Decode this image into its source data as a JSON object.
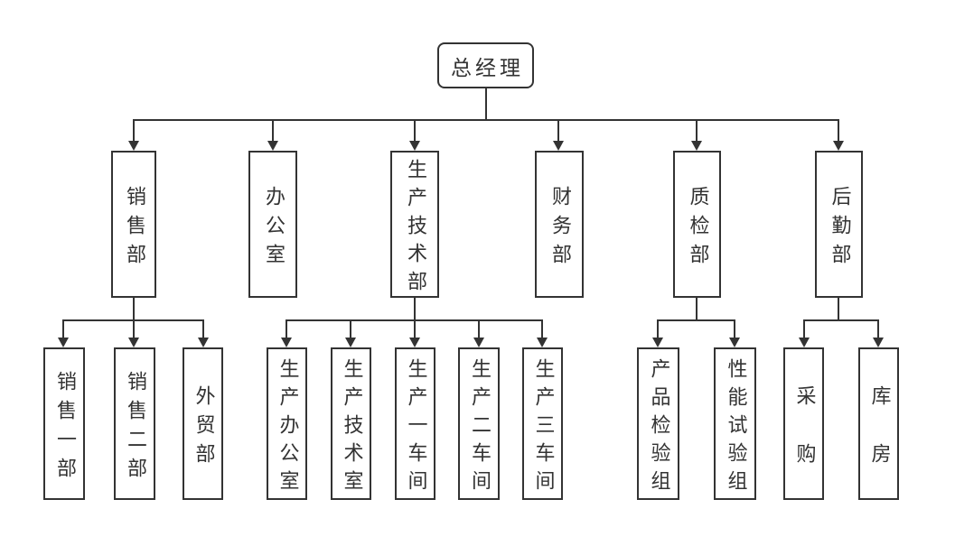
{
  "diagram": {
    "type": "org-chart",
    "root": {
      "label": "总经理"
    },
    "departments": [
      {
        "label": "销售部",
        "children": [
          "销售一部",
          "销售二部",
          "外贸部"
        ]
      },
      {
        "label": "办公室",
        "children": []
      },
      {
        "label": "生产技术部",
        "children": [
          "生产办公室",
          "生产技术室",
          "生产一车间",
          "生产二车间",
          "生产三车间"
        ]
      },
      {
        "label": "财务部",
        "children": []
      },
      {
        "label": "质检部",
        "children": [
          "产品检验组",
          "性能试验组"
        ]
      },
      {
        "label": "后勤部",
        "children": [
          "采购",
          "库房"
        ]
      }
    ],
    "colors": {
      "line": "#333333",
      "text": "#333333",
      "background": "#ffffff"
    }
  }
}
